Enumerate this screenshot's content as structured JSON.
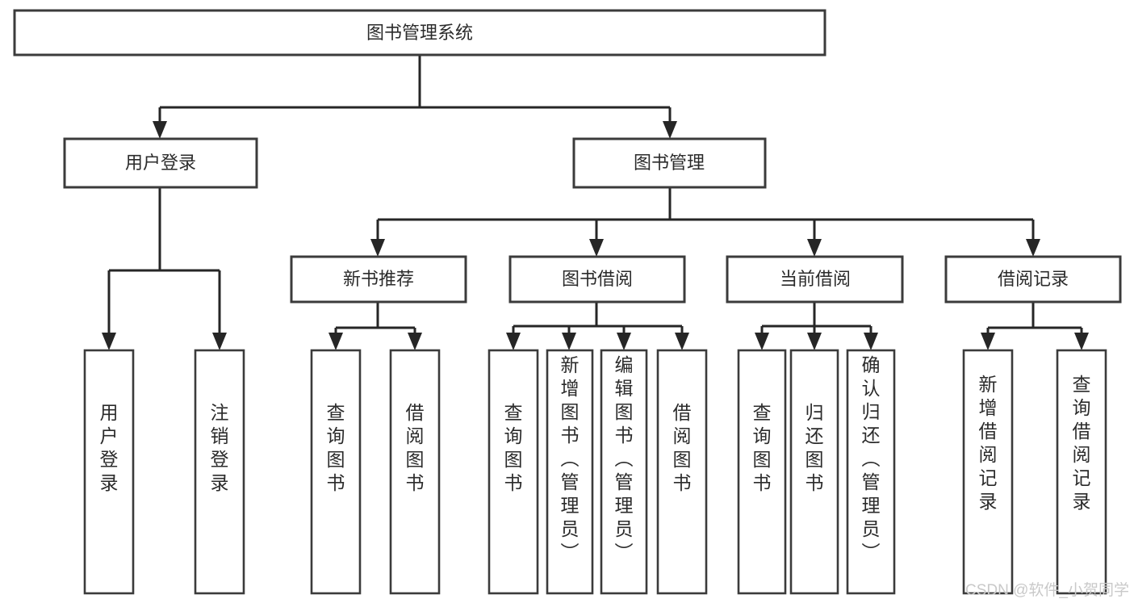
{
  "diagram": {
    "title": "图书管理系统",
    "type": "tree-hierarchy",
    "root": {
      "id": "root",
      "label": "图书管理系统"
    },
    "level2": [
      {
        "id": "user-login",
        "label": "用户登录"
      },
      {
        "id": "book-manage",
        "label": "图书管理"
      }
    ],
    "level3": [
      {
        "id": "new-book-recommend",
        "label": "新书推荐",
        "parent": "book-manage"
      },
      {
        "id": "book-borrow",
        "label": "图书借阅",
        "parent": "book-manage"
      },
      {
        "id": "current-borrow",
        "label": "当前借阅",
        "parent": "book-manage"
      },
      {
        "id": "borrow-record",
        "label": "借阅记录",
        "parent": "book-manage"
      }
    ],
    "leaves": {
      "user_login": [
        {
          "id": "leaf-user-login",
          "label": "用户登录"
        },
        {
          "id": "leaf-logout-login",
          "label": "注销登录"
        }
      ],
      "new_book_recommend": [
        {
          "id": "leaf-query-book-1",
          "label": "查询图书"
        },
        {
          "id": "leaf-borrow-book-1",
          "label": "借阅图书"
        }
      ],
      "book_borrow": [
        {
          "id": "leaf-query-book-2",
          "label": "查询图书"
        },
        {
          "id": "leaf-add-book",
          "label": "新增图书（管理员）"
        },
        {
          "id": "leaf-edit-book",
          "label": "编辑图书（管理员）"
        },
        {
          "id": "leaf-borrow-book-2",
          "label": "借阅图书"
        }
      ],
      "current_borrow": [
        {
          "id": "leaf-query-book-3",
          "label": "查询图书"
        },
        {
          "id": "leaf-return-book",
          "label": "归还图书"
        },
        {
          "id": "leaf-confirm-return",
          "label": "确认归还（管理员）"
        }
      ],
      "borrow_record": [
        {
          "id": "leaf-add-record",
          "label": "新增借阅记录"
        },
        {
          "id": "leaf-query-record",
          "label": "查询借阅记录"
        }
      ]
    }
  },
  "watermark": {
    "text": "CSDN @软件_小贺同学"
  },
  "colors": {
    "box_stroke": "#3b3b3b",
    "connector": "#262626",
    "text": "#2b2b2b",
    "background": "#ffffff",
    "watermark": "#c9c9c9"
  }
}
